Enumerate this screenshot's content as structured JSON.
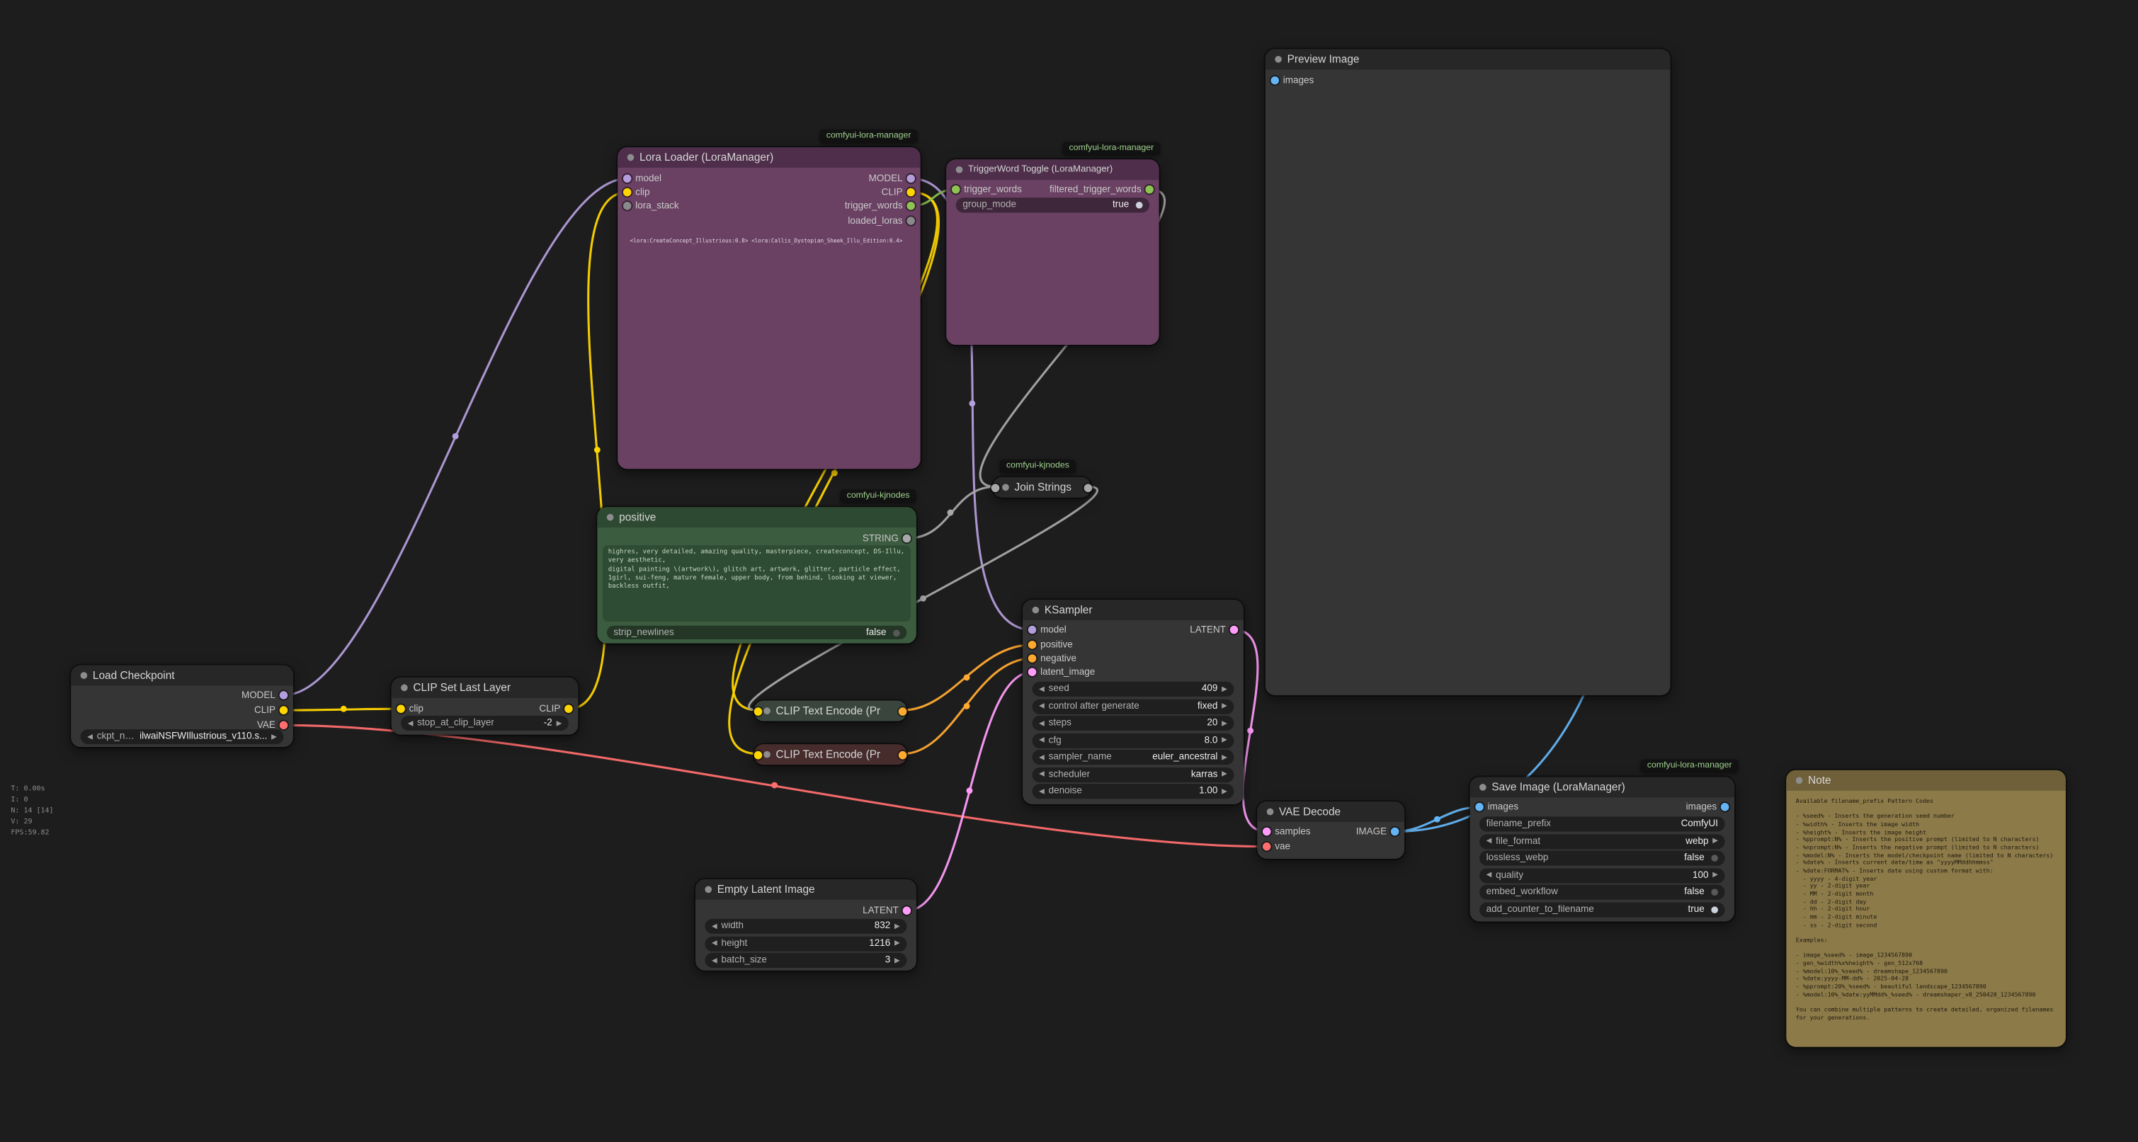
{
  "app": {
    "name": "ComfyUI workflow graph"
  },
  "icons": {
    "left_arrow": "◀",
    "right_arrow": "▶"
  },
  "colors": {
    "bg": "#1d1d1d",
    "model": "#B39DDB",
    "clip": "#FFD500",
    "vae": "#FF6E6E",
    "conditioning": "#FFA931",
    "latent": "#FF9CF9",
    "image": "#64B5F6",
    "string": "#A8A8A8",
    "trigger": "#8DC353",
    "node_body": "#353535",
    "node_title": "#272727",
    "purple_body": "#6A4163",
    "purple_title": "#4E2E4A",
    "green_body": "#3C5C40",
    "green_title": "#2D4931",
    "green_text_area": "#2E4B34",
    "maroon_body": "#472C2C",
    "encode_body": "#3A463D",
    "note_body": "#8C7A49",
    "note_title": "#6F6039",
    "badge_bg": "#121212",
    "badge_text": "#9FD08F",
    "widget_bg": "rgba(0,0,0,0.4)"
  },
  "stats": {
    "lines": [
      "T: 0.00s",
      "I: 0",
      "N: 14 [14]",
      "V: 29",
      "FPS:59.82"
    ]
  },
  "badges": {
    "lora_manager": "comfyui-lora-manager",
    "kjnodes": "comfyui-kjnodes"
  },
  "nodes": {
    "load_checkpoint": {
      "title": "Load Checkpoint",
      "outputs": [
        "MODEL",
        "CLIP",
        "VAE"
      ],
      "widgets": [
        {
          "label": "ckpt_name",
          "value": "ilwaiNSFWIllustrious_v110.s..."
        }
      ]
    },
    "clip_set_last_layer": {
      "title": "CLIP Set Last Layer",
      "inputs": [
        "clip"
      ],
      "outputs": [
        "CLIP"
      ],
      "widgets": [
        {
          "label": "stop_at_clip_layer",
          "value": "-2"
        }
      ]
    },
    "lora_loader": {
      "title": "Lora Loader (LoraManager)",
      "inputs": [
        "model",
        "clip",
        "lora_stack"
      ],
      "outputs": [
        "MODEL",
        "CLIP",
        "trigger_words",
        "loaded_loras"
      ],
      "loras_text": "<lora:CreateConcept_Illustrious:0.8> <lora:Callis_Dystopian_Sheek_Illu_Edition:0.4>"
    },
    "trigger_toggle": {
      "title": "TriggerWord Toggle (LoraManager)",
      "inputs": [
        "trigger_words"
      ],
      "outputs": [
        "filtered_trigger_words"
      ],
      "widgets": [
        {
          "label": "group_mode",
          "value": "true"
        }
      ]
    },
    "positive": {
      "title": "positive",
      "outputs": [
        "STRING"
      ],
      "text": "highres, very detailed, amazing quality, masterpiece, createconcept, DS-Illu,\nvery aesthetic,\ndigital painting \\(artwork\\), glitch art, artwork, glitter, particle effect,\n1girl, sui-feng, mature female, upper body, from behind, looking at viewer, backless outfit,",
      "widgets": [
        {
          "label": "strip_newlines",
          "value": "false"
        }
      ]
    },
    "join_strings": {
      "title": "Join Strings"
    },
    "clip_text_encode_pos": {
      "title": "CLIP Text Encode (Pr"
    },
    "clip_text_encode_neg": {
      "title": "CLIP Text Encode (Pr"
    },
    "ksampler": {
      "title": "KSampler",
      "inputs": [
        "model",
        "positive",
        "negative",
        "latent_image"
      ],
      "outputs": [
        "LATENT"
      ],
      "widgets": [
        {
          "label": "seed",
          "value": "409"
        },
        {
          "label": "control after generate",
          "value": "fixed"
        },
        {
          "label": "steps",
          "value": "20"
        },
        {
          "label": "cfg",
          "value": "8.0"
        },
        {
          "label": "sampler_name",
          "value": "euler_ancestral"
        },
        {
          "label": "scheduler",
          "value": "karras"
        },
        {
          "label": "denoise",
          "value": "1.00"
        }
      ]
    },
    "empty_latent": {
      "title": "Empty Latent Image",
      "outputs": [
        "LATENT"
      ],
      "widgets": [
        {
          "label": "width",
          "value": "832"
        },
        {
          "label": "height",
          "value": "1216"
        },
        {
          "label": "batch_size",
          "value": "3"
        }
      ]
    },
    "vae_decode": {
      "title": "VAE Decode",
      "inputs": [
        "samples",
        "vae"
      ],
      "outputs": [
        "IMAGE"
      ]
    },
    "save_image": {
      "title": "Save Image (LoraManager)",
      "inputs": [
        "images"
      ],
      "outputs": [
        "images"
      ],
      "widgets": [
        {
          "label": "filename_prefix",
          "value": "ComfyUI"
        },
        {
          "label": "file_format",
          "value": "webp"
        },
        {
          "label": "lossless_webp",
          "value": "false"
        },
        {
          "label": "quality",
          "value": "100"
        },
        {
          "label": "embed_workflow",
          "value": "false"
        },
        {
          "label": "add_counter_to_filename",
          "value": "true"
        }
      ]
    },
    "preview_image": {
      "title": "Preview Image",
      "inputs": [
        "images"
      ]
    },
    "note": {
      "title": "Note",
      "text": "Available filename_prefix Pattern Codes\n\n- %seed% - Inserts the generation seed number\n- %width% - Inserts the image width\n- %height% - Inserts the image height\n- %pprompt:N% - Inserts the positive prompt (limited to N characters)\n- %nprompt:N% - Inserts the negative prompt (limited to N characters)\n- %model:N% - Inserts the model/checkpoint name (limited to N characters)\n- %date% - Inserts current date/time as \"yyyyMMddhhmmss\"\n- %date:FORMAT% - Inserts date using custom format with:\n  - yyyy - 4-digit year\n  - yy - 2-digit year\n  - MM - 2-digit month\n  - dd - 2-digit day\n  - hh - 2-digit hour\n  - mm - 2-digit minute\n  - ss - 2-digit second\n\nExamples:\n\n- image_%seed% - image_1234567890\n- gen_%width%x%height% - gen_512x768\n- %model:10%_%seed% - dreamshape_1234567890\n- %date:yyyy-MM-dd% - 2025-04-28\n- %pprompt:20%_%seed% - beautiful landscape_1234567890\n- %model:10%_%date:yyMMdd%_%seed% - dreamshaper_v8_250428_1234567890\n\nYou can combine multiple patterns to create detailed, organized filenames for your generations."
    }
  }
}
